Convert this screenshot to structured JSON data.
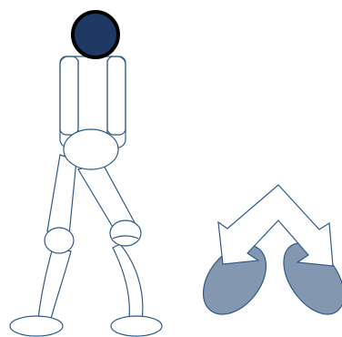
{
  "colors": {
    "stroke": "#2E5A87",
    "head_fill": "#1F3864",
    "head_outline": "#000000",
    "foot_fill": "#8497B0",
    "background": "#FFFFFF"
  },
  "figure": {
    "icon": "stick-figure-illustration"
  },
  "arrow": {
    "icon": "double-split-arrow"
  },
  "feet": {
    "icon": "foot-ovals"
  }
}
